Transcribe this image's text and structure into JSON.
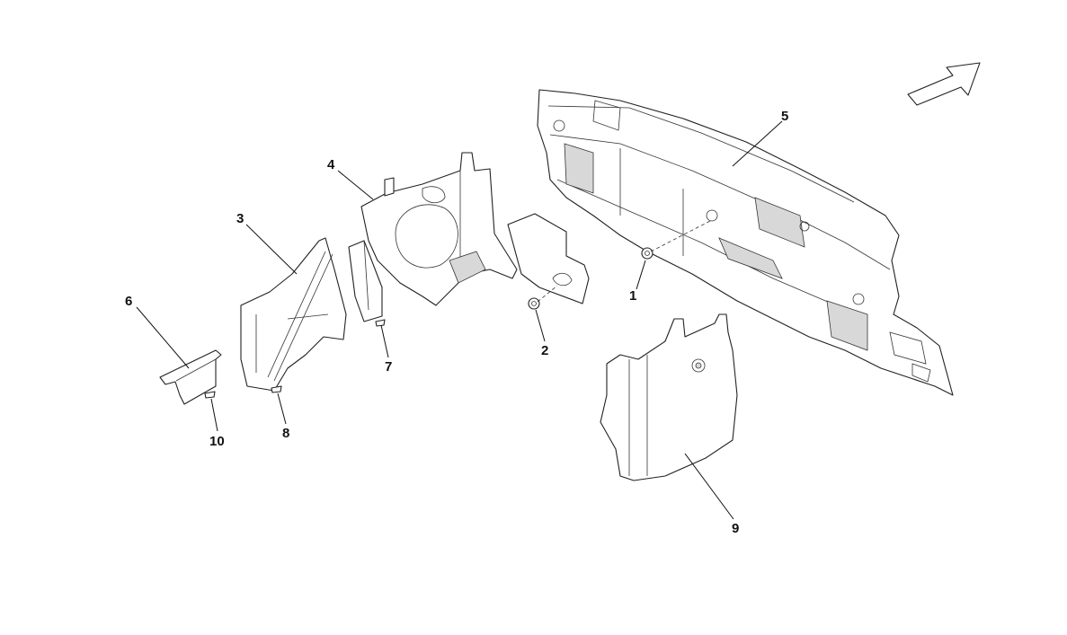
{
  "diagram": {
    "callouts": [
      {
        "id": "1",
        "label": "1"
      },
      {
        "id": "2",
        "label": "2"
      },
      {
        "id": "3",
        "label": "3"
      },
      {
        "id": "4",
        "label": "4"
      },
      {
        "id": "5",
        "label": "5"
      },
      {
        "id": "6",
        "label": "6"
      },
      {
        "id": "7",
        "label": "7"
      },
      {
        "id": "8",
        "label": "8"
      },
      {
        "id": "9",
        "label": "9"
      },
      {
        "id": "10",
        "label": "10"
      }
    ],
    "direction_icon": "arrow-icon"
  }
}
